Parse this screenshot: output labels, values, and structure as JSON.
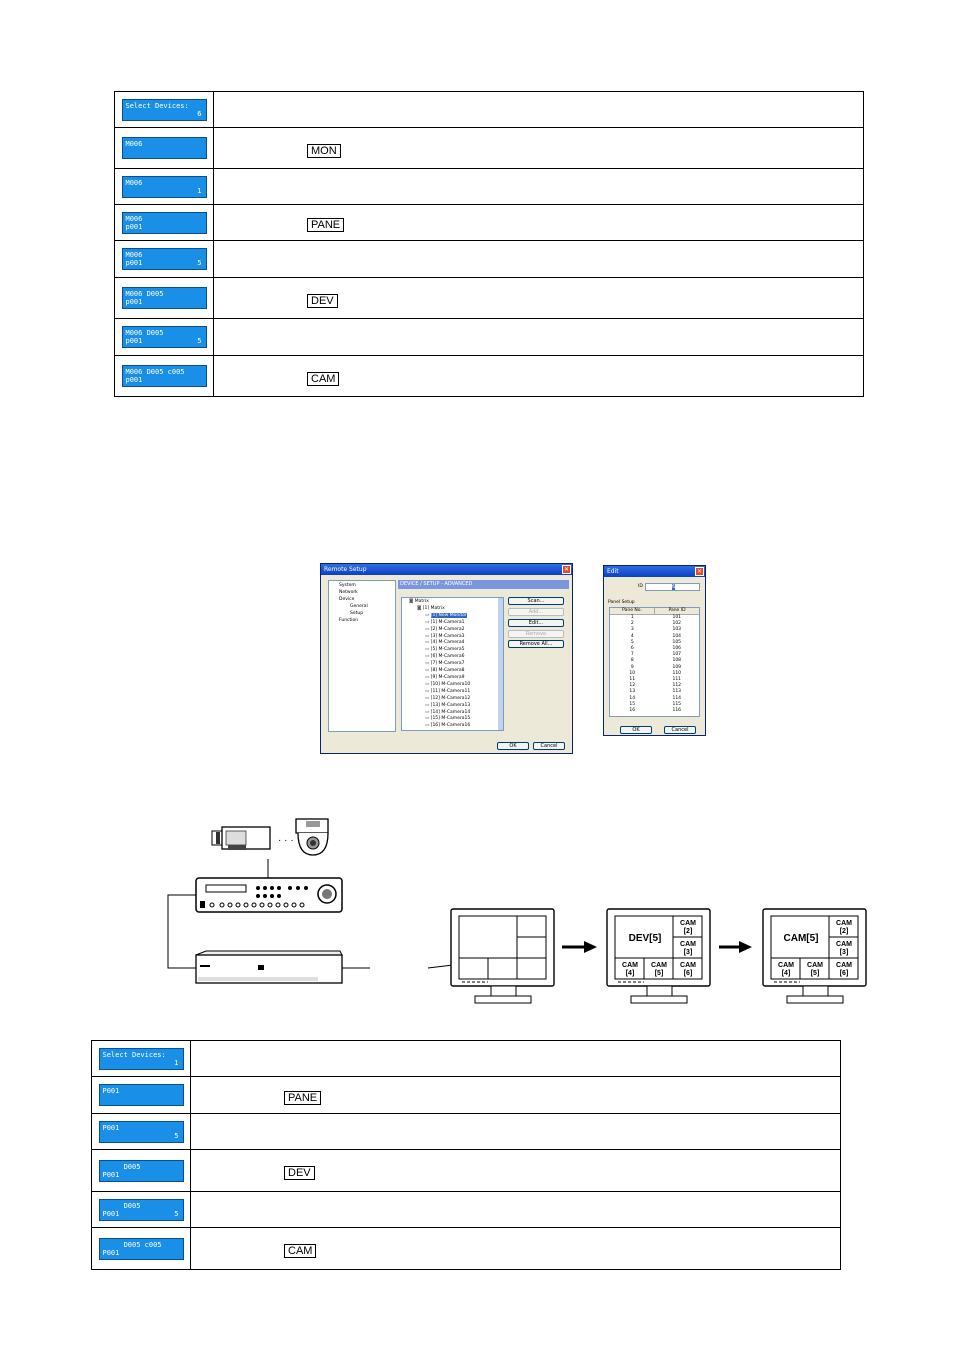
{
  "table1": {
    "rows": [
      {
        "lcd": [
          "Select Devices:",
          ""
        ],
        "lcd_right": "6",
        "key": ""
      },
      {
        "lcd": [
          "M006",
          ""
        ],
        "lcd_right": "",
        "key": "MON"
      },
      {
        "lcd": [
          "M006",
          ""
        ],
        "lcd_right": "1",
        "key": ""
      },
      {
        "lcd": [
          "M006",
          "p001"
        ],
        "lcd_right": "",
        "key": "PANE"
      },
      {
        "lcd": [
          "M006",
          "p001"
        ],
        "lcd_right": "5",
        "key": ""
      },
      {
        "lcd": [
          "M006 D005",
          "p001"
        ],
        "lcd_right": "",
        "key": "DEV"
      },
      {
        "lcd": [
          "M006 D005",
          "p001"
        ],
        "lcd_right": "5",
        "key": ""
      },
      {
        "lcd": [
          "M006 D005 c005",
          "p001"
        ],
        "lcd_right": "",
        "key": "CAM"
      }
    ]
  },
  "remote_setup": {
    "title": "Remote Setup",
    "tree": [
      "System",
      "Network",
      "Device",
      "General",
      "Setup",
      "Function"
    ],
    "header": "DEVICE / SETUP - ADVANCED",
    "list": [
      "Matrix",
      "[1] Matrix",
      "[1] New Monitor",
      "[1] M-Camera1",
      "[2] M-Camera2",
      "[3] M-Camera3",
      "[4] M-Camera4",
      "[5] M-Camera5",
      "[6] M-Camera6",
      "[7] M-Camera7",
      "[8] M-Camera8",
      "[9] M-Camera9",
      "[10] M-Camera10",
      "[11] M-Camera11",
      "[12] M-Camera12",
      "[13] M-Camera13",
      "[14] M-Camera14",
      "[15] M-Camera15",
      "[16] M-Camera16"
    ],
    "buttons": [
      "Scan...",
      "Add...",
      "Edit...",
      "Remove",
      "Remove All..."
    ],
    "ok": "OK",
    "cancel": "Cancel"
  },
  "edit_dialog": {
    "title": "Edit",
    "id_label": "ID",
    "id_value": "6",
    "section": "Panel Setup",
    "col1": "Pane No.",
    "col2": "Pane ID",
    "rows": [
      [
        "1",
        "101"
      ],
      [
        "2",
        "102"
      ],
      [
        "3",
        "103"
      ],
      [
        "4",
        "104"
      ],
      [
        "5",
        "105"
      ],
      [
        "6",
        "106"
      ],
      [
        "7",
        "107"
      ],
      [
        "8",
        "108"
      ],
      [
        "9",
        "109"
      ],
      [
        "10",
        "110"
      ],
      [
        "11",
        "111"
      ],
      [
        "12",
        "112"
      ],
      [
        "13",
        "113"
      ],
      [
        "14",
        "114"
      ],
      [
        "15",
        "115"
      ],
      [
        "16",
        "116"
      ]
    ],
    "ok": "OK",
    "cancel": "Cancel"
  },
  "monitors": {
    "m2_main": "DEV[5]",
    "m3_main": "CAM[5]",
    "cams": [
      "CAM",
      "[2]",
      "CAM",
      "[3]",
      "CAM",
      "[4]",
      "CAM",
      "[5]",
      "CAM",
      "[6]"
    ]
  },
  "table2": {
    "rows": [
      {
        "lcd": [
          "Select Devices:",
          ""
        ],
        "lcd_right": "1",
        "key": ""
      },
      {
        "lcd": [
          "",
          "P001"
        ],
        "lcd_right": "",
        "key": "PANE"
      },
      {
        "lcd": [
          "",
          "P001"
        ],
        "lcd_right": "5",
        "key": ""
      },
      {
        "lcd": [
          "     D005",
          "P001"
        ],
        "lcd_right": "",
        "key": "DEV"
      },
      {
        "lcd": [
          "     D005",
          "P001"
        ],
        "lcd_right": "5",
        "key": ""
      },
      {
        "lcd": [
          "     D005 c005",
          "P001"
        ],
        "lcd_right": "",
        "key": "CAM"
      }
    ]
  }
}
